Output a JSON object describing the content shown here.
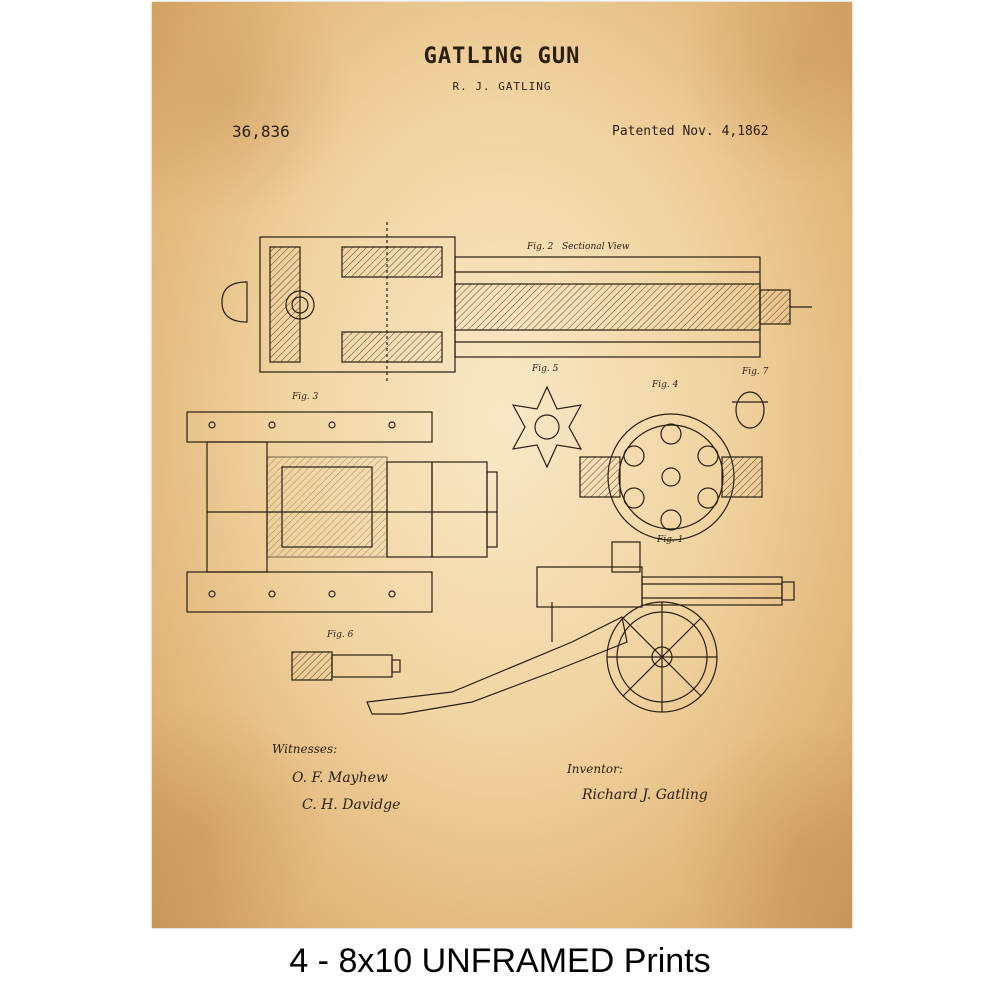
{
  "patent": {
    "title": "GATLING GUN",
    "inventor_line": "R. J. GATLING",
    "number": "36,836",
    "date": "Patented Nov. 4,1862"
  },
  "figures": {
    "fig2": "Fig. 2",
    "fig2_note": "Sectional View",
    "fig3": "Fig. 3",
    "fig4": "Fig. 4",
    "fig5": "Fig. 5",
    "fig6": "Fig. 6",
    "fig7": "Fig. 7",
    "fig1": "Fig. 1"
  },
  "signatures": {
    "witnesses_label": "Witnesses:",
    "witness1": "O. F. Mayhew",
    "witness2": "C. H. Davidge",
    "inventor_label": "Inventor:",
    "inventor": "Richard J. Gatling"
  },
  "caption": "4 - 8x10 UNFRAMED Prints",
  "colors": {
    "paper": "#f0d3a0",
    "ink": "#2b1e12"
  }
}
